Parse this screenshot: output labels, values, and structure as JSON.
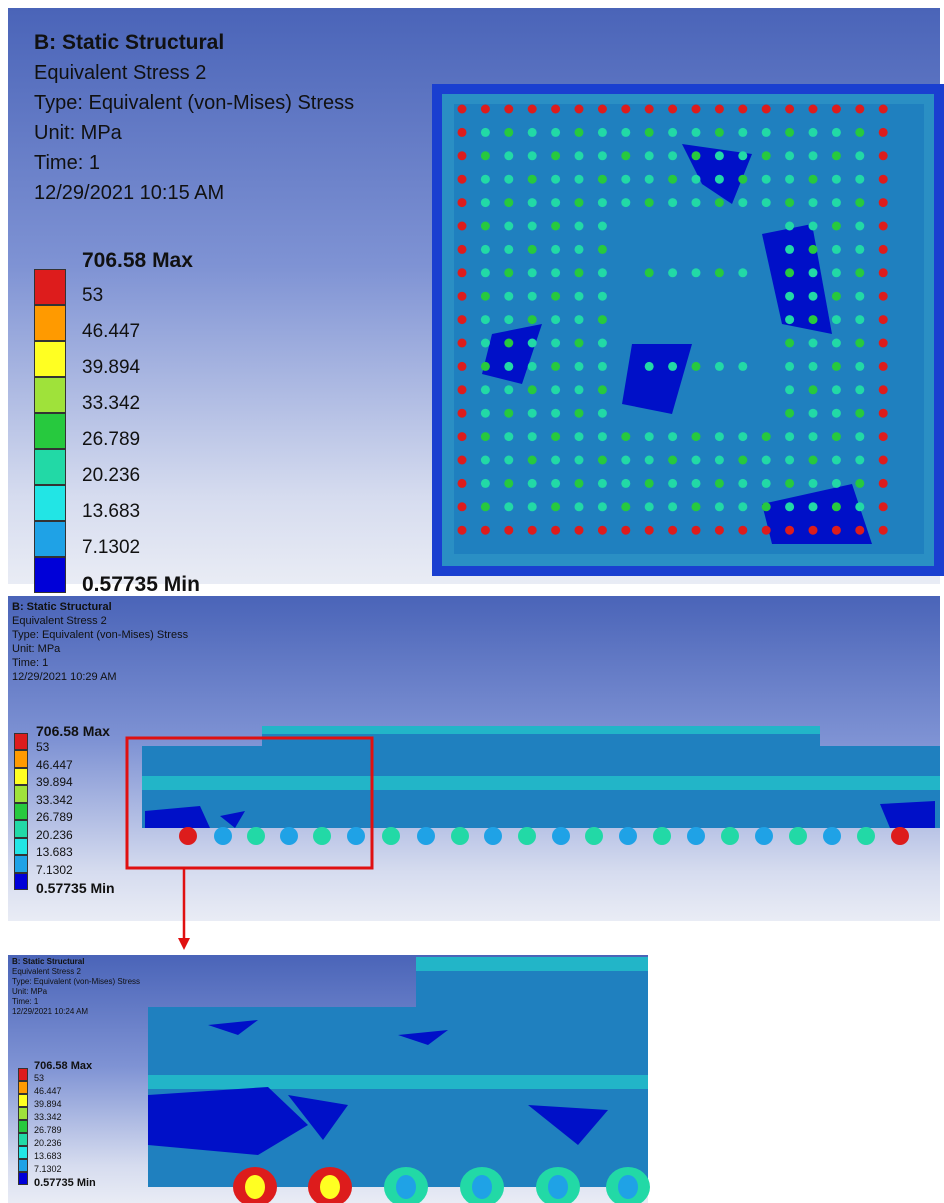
{
  "colors": [
    "#dd1c1c",
    "#ff9a00",
    "#ffff22",
    "#9fe23a",
    "#27c93e",
    "#22d9a6",
    "#22e5e5",
    "#1fa2e6",
    "#0000d8"
  ],
  "panels": [
    {
      "title": "B: Static Structural",
      "result": "Equivalent Stress 2",
      "type": "Type: Equivalent (von-Mises) Stress",
      "unit": "Unit: MPa",
      "time": "Time: 1",
      "date": "12/29/2021 10:15 AM",
      "legend": [
        "706.58 Max",
        "53",
        "46.447",
        "39.894",
        "33.342",
        "26.789",
        "20.236",
        "13.683",
        "7.1302",
        "0.57735 Min"
      ]
    },
    {
      "title": "B: Static Structural",
      "result": "Equivalent Stress 2",
      "type": "Type: Equivalent (von-Mises) Stress",
      "unit": "Unit: MPa",
      "time": "Time: 1",
      "date": "12/29/2021 10:29 AM",
      "legend": [
        "706.58 Max",
        "53",
        "46.447",
        "39.894",
        "33.342",
        "26.789",
        "20.236",
        "13.683",
        "7.1302",
        "0.57735 Min"
      ]
    },
    {
      "title": "B: Static Structural",
      "result": "Equivalent Stress 2",
      "type": "Type: Equivalent (von-Mises) Stress",
      "unit": "Unit: MPa",
      "time": "Time: 1",
      "date": "12/29/2021 10:24 AM",
      "legend": [
        "706.58 Max",
        "53",
        "46.447",
        "39.894",
        "33.342",
        "26.789",
        "20.236",
        "13.683",
        "7.1302",
        "0.57735 Min"
      ]
    }
  ]
}
